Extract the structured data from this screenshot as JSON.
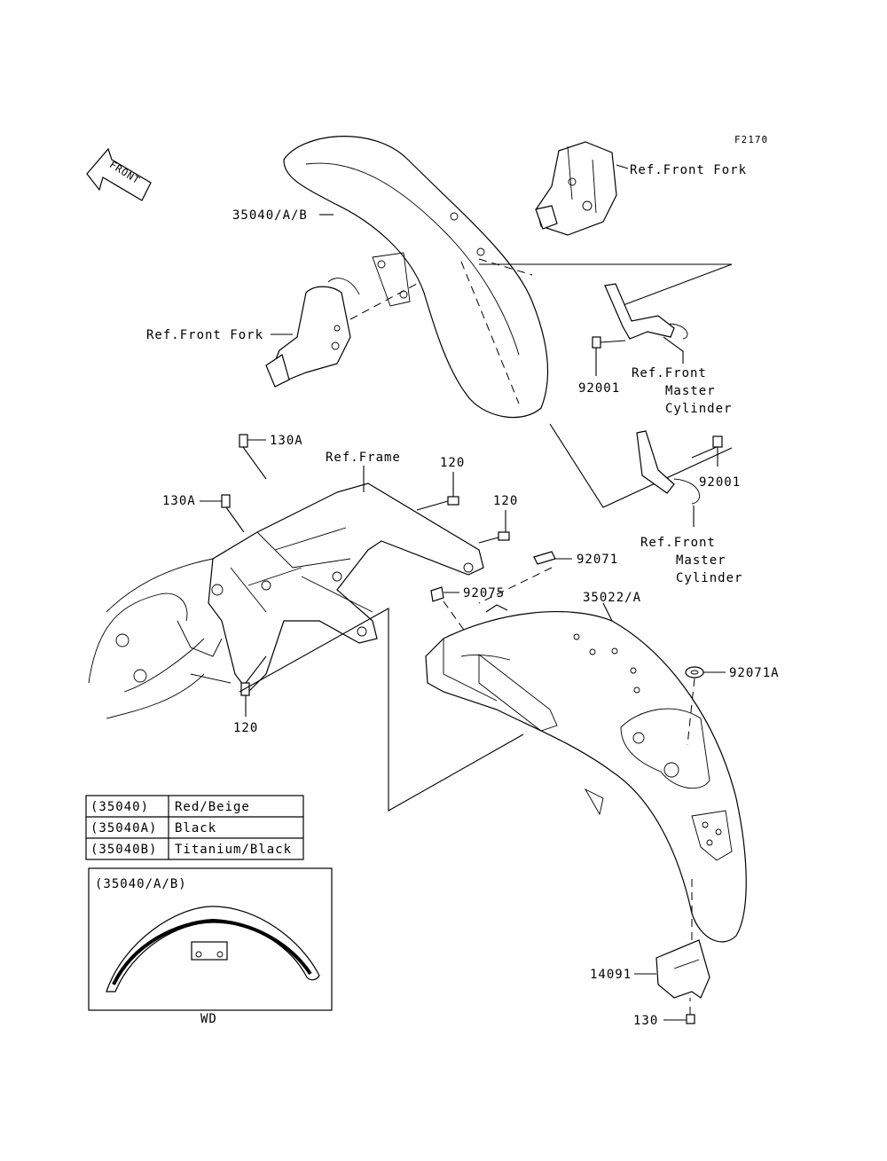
{
  "diagram_code": "F2170",
  "front_indicator": "FRONT",
  "callouts": {
    "fender_front": "35040/A/B",
    "ref_front_fork_top": "Ref.Front Fork",
    "ref_front_fork_left": "Ref.Front Fork",
    "bolt_92001_upper": "92001",
    "ref_master_upper": [
      "Ref.Front",
      "Master",
      "Cylinder"
    ],
    "bolt_92001_lower": "92001",
    "ref_master_lower": [
      "Ref.Front",
      "Master",
      "Cylinder"
    ],
    "bolt_130a_top": "130A",
    "bolt_130a_left": "130A",
    "ref_frame": "Ref.Frame",
    "bolt_120_top": "120",
    "bolt_120_mid": "120",
    "bolt_120_bottom": "120",
    "clip_92071": "92071",
    "nut_92075": "92075",
    "fender_rear": "35022/A",
    "grommet_92071a": "92071A",
    "cover_14091": "14091",
    "bolt_130": "130"
  },
  "color_table": {
    "rows": [
      {
        "code": "(35040)",
        "color": "Red/Beige"
      },
      {
        "code": "(35040A)",
        "color": "Black"
      },
      {
        "code": "(35040B)",
        "color": "Titanium/Black"
      }
    ]
  },
  "inset": {
    "title": "(35040/A/B)",
    "caption": "WD"
  }
}
